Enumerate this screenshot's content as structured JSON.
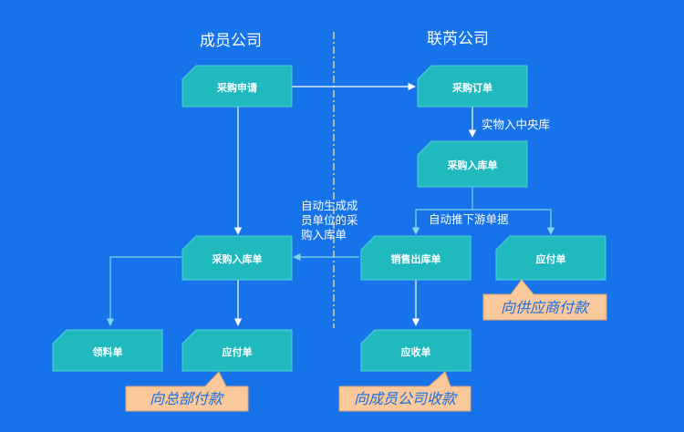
{
  "columns": {
    "left": "成员公司",
    "right": "联芮公司"
  },
  "nodes": {
    "purchase_request": "采购申请",
    "purchase_order": "采购订单",
    "inbound_central": "采购入库单",
    "sales_outbound": "销售出库单",
    "payable_supplier": "应付单",
    "inbound_member": "采购入库单",
    "material_issue": "领料单",
    "payable_hq": "应付单",
    "receivable": "应收单"
  },
  "edge_labels": {
    "physical_inbound": "实物入中央库",
    "auto_push": "自动推下游单据",
    "auto_generate": [
      "自动生成成",
      "员单位的采",
      "购入库单"
    ]
  },
  "callouts": {
    "pay_supplier": "向供应商付款",
    "pay_hq": "向总部付款",
    "collect_member": "向成员公司收款"
  },
  "colors": {
    "background": "#1673ea",
    "box_fill": "#20b9bd",
    "box_stroke": "#4fd3d6",
    "line": "#ffffff",
    "callout_fill": "#f9c89b",
    "callout_text": "#1a6ee0",
    "divider": "#e8e6a0"
  }
}
